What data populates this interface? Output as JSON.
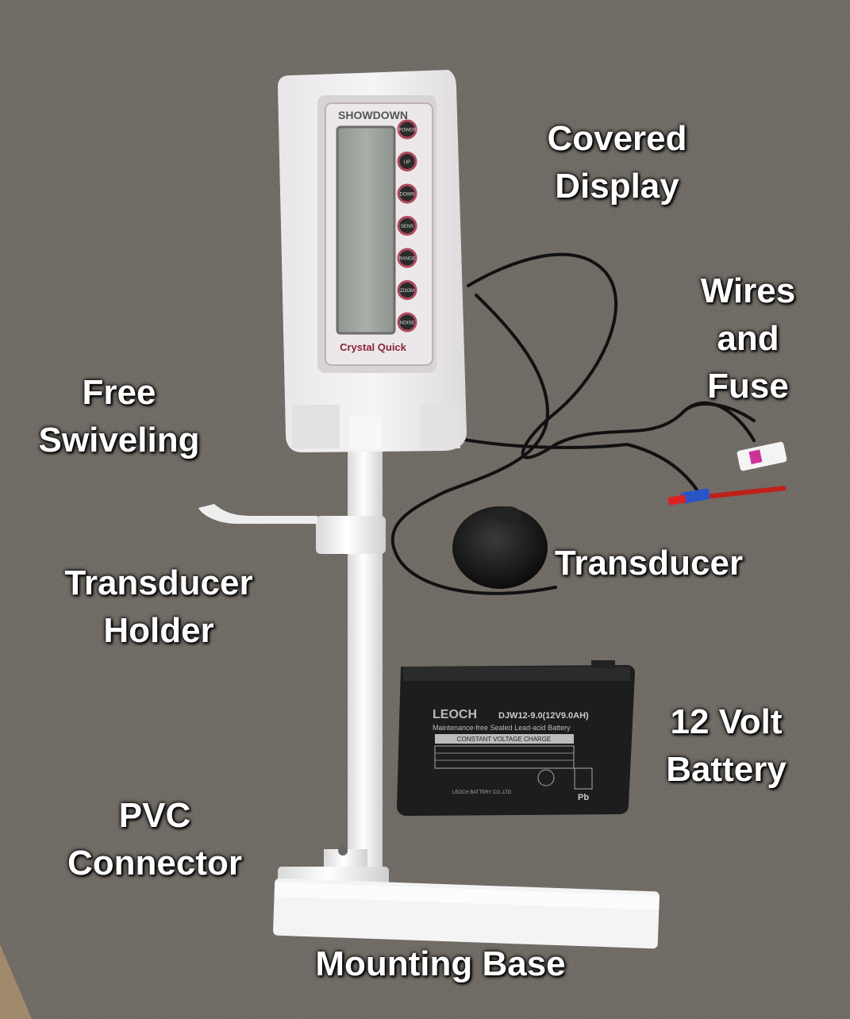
{
  "labels": {
    "covered_display": [
      "Covered",
      "Display"
    ],
    "wires_and_fuse": [
      "Wires",
      "and",
      "Fuse"
    ],
    "free_swiveling": [
      "Free",
      "Swiveling"
    ],
    "transducer": "Transducer",
    "transducer_holder": [
      "Transducer",
      "Holder"
    ],
    "battery": [
      "12 Volt",
      "Battery"
    ],
    "pvc_connector": [
      "PVC",
      "Connector"
    ],
    "mounting_base": "Mounting Base"
  },
  "device": {
    "brand": "SHOWDOWN",
    "logo": "Crystal Quick",
    "buttons": [
      "POWER",
      "UP",
      "DOWN",
      "SENS",
      "RANGE",
      "ZOOM",
      "NOISE"
    ]
  },
  "battery_print": {
    "brand": "LEOCH",
    "model": "DJW12-9.0(12V9.0AH)",
    "subtitle": "Maintenance-free Sealed Lead-acid Battery",
    "charge_header": "CONSTANT VOLTAGE CHARGE",
    "footer_left": "LEOCH BATTERY CO.,LTD",
    "footer_right": "Pb"
  },
  "colors": {
    "carpet": "#5e5852",
    "foam": "#f1eff0",
    "pvc": "#f3f3f3",
    "battery": "#1e1e1e",
    "wire": "#111111",
    "label_text": "#ffffff"
  }
}
